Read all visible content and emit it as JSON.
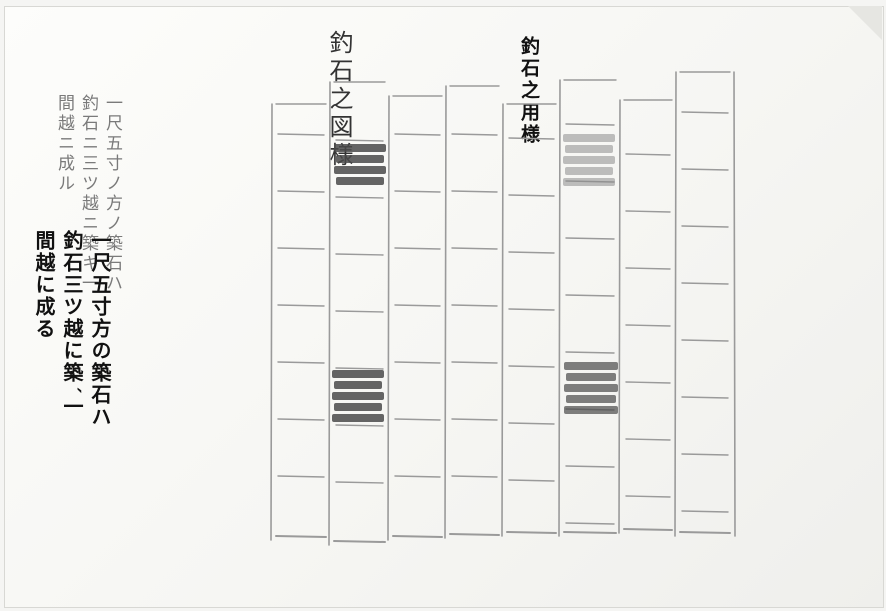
{
  "page": {
    "printed_heading": "釣石之用様",
    "printed_note_lines": [
      "一尺五寸方の築石ハ",
      "釣石三ツ越に築´一",
      "間越に成る"
    ],
    "brush_heading": "釣石之図様",
    "brush_note_lines": [
      "一尺五寸ノ方ノ築石ハ",
      "釣石ニ三ツ越ニ築キ一",
      "間越ニ成ル"
    ]
  },
  "colors": {
    "paper": "#f7f7f4",
    "pencil": "#9a9a9a",
    "stone_dark": "#4a4a4a",
    "stone_light": "#8c8c8c"
  }
}
